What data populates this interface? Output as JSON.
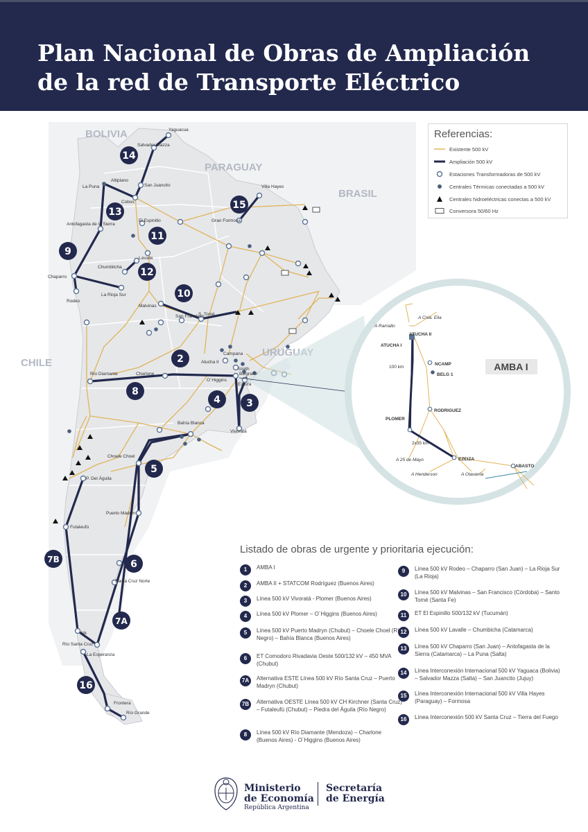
{
  "title_line1": "Plan Nacional de Obras de Ampliación",
  "title_line2": "de la red de Transporte Eléctrico",
  "countries": {
    "bolivia": "BOLIVIA",
    "paraguay": "PARAGUAY",
    "brasil": "BRASIL",
    "chile": "CHILE",
    "uruguay": "URUGUAY"
  },
  "references": {
    "title": "Referencias:",
    "items": [
      {
        "label": "Existente 500 kV",
        "icon": "line-existing",
        "color": "#e0b45a"
      },
      {
        "label": "Ampliación 500 kV",
        "icon": "line-expansion",
        "color": "#23294d"
      },
      {
        "label": "Estaciones Transformadoras de 500 kV",
        "icon": "station-circle"
      },
      {
        "label": "Centrales Térmicas conectadas a 500 kV",
        "icon": "thermal-dot"
      },
      {
        "label": "Centrales hidroeléctricas conectas a 500 kV",
        "icon": "hydro-triangle"
      },
      {
        "label": "Conversora 50/60 Hz",
        "icon": "converter-box"
      }
    ]
  },
  "places": {
    "yaguacua": "Yaguacua",
    "salvador_mazza": "Salvador Mazza",
    "la_puna": "La Puna",
    "altiplano": "Altiplano",
    "san_juancito": "San Juancito",
    "cobos": "Cobos",
    "antofagasta": "Antofagasta de la Sierra",
    "el_espinillo": "El Espinillo",
    "gran_formosa": "Gran Formosa",
    "villa_hayes": "Villa Hayes",
    "lavalle": "Lavalle",
    "chumbitcha": "Chumbitcha",
    "chaparro": "Chaparro",
    "rodeo": "Rodeo",
    "la_rioja_sur": "La Rioja Sur",
    "malvinas": "Malvinas",
    "san_francisco": "San Francisco",
    "s_tome": "S. Tomé",
    "campana": "Campana",
    "atucha": "Atucha II",
    "smith": "Smith",
    "belgrano": "Belgrano",
    "ezeiza": "Ezeiza",
    "ohiggins": "O´Higgins",
    "rio_diamante": "Río Diamante",
    "charlone": "Charlone",
    "bahia_blanca": "Bahía Blanca",
    "vivorata": "Vivoratá",
    "choele_choel": "Choele Choel",
    "p_del_aguila": "P. Del Águila",
    "puerto_madryn": "Puerto Madryn",
    "futaleufu": "Futaleufú",
    "santa_cruz_norte": "Santa Cruz Norte",
    "nk": "Nk",
    "rio_santa_cruz": "Río Santa Cruz",
    "la_esperanza": "La Esperanza",
    "frontera": "Frontera",
    "rio_grande": "Río Grande"
  },
  "amba": {
    "title": "AMBA I",
    "a_cnia_elia": "A Cnia. Elia",
    "a_ramallo": "A Ramallo",
    "atucha_ii": "ATUCHA II",
    "atucha_i": "ATUCHA I",
    "km100": "100 km",
    "ncamp": "NCAMP",
    "belg1": "BELG 1",
    "rodriguez": "RODRIGUEZ",
    "plomer": "PLOMER",
    "km2x35": "2x35 km",
    "a_25_mayo": "A 25 de Mayo",
    "ezeiza": "EZEIZA",
    "abasto": "ABASTO",
    "a_henderson": "A Henderson",
    "a_olavarria": "A Olavarria"
  },
  "list_title": "Listado de obras de urgente y prioritaria ejecución:",
  "works_left": [
    {
      "num": "1",
      "text": "AMBA I"
    },
    {
      "num": "2",
      "text": "AMBA II + STATCOM Rodríguez (Buenos Aires)"
    },
    {
      "num": "3",
      "text": "Línea 500 kV Vivoratá - Plomer (Buenos Aires)"
    },
    {
      "num": "4",
      "text": "Línea 500 kV Plomer – O´Higgins (Buenos Aires)"
    },
    {
      "num": "5",
      "text": "Línea 500 kV Puerto Madryn (Chubut) – Choele Choel (Río Negro) – Bahía Blanca (Buenos Aires)"
    },
    {
      "num": "6",
      "text": "ET Comodoro Rivadavia Oeste 500/132 kV – 450 MVA (Chubut)"
    },
    {
      "num": "7A",
      "text": "Alternativa ESTE Línea 500 kV Río Santa Cruz – Puerto Madryn (Chubut)"
    },
    {
      "num": "7B",
      "text": "Alternativa OESTE Línea 500 kV CH Kirchner (Santa Cruz) – Futaleufú (Chubut) – Piedra del Águila (Río Negro)"
    },
    {
      "num": "8",
      "text": "Línea 500 kV Río Diamante (Mendoza) – Charlone (Buenos Aires) - O´Higgins (Buenos Aires)"
    }
  ],
  "works_right": [
    {
      "num": "9",
      "text": "Línea 500 kV Rodeo – Chaparro (San Juan) – La Rioja Sur (La Rioja)"
    },
    {
      "num": "10",
      "text": "Línea 500 kV Malvinas – San Francisco (Córdoba) – Santo Tomé (Santa Fe)"
    },
    {
      "num": "11",
      "text": "ET El Espinillo 500/132 kV (Tucumán)"
    },
    {
      "num": "12",
      "text": "Línea 500 kV Lavalle – Chumbicha (Catamarca)"
    },
    {
      "num": "13",
      "text": "Línea 500 kV Chaparro (San Juan) – Antofagasta de la Sierra (Catamarca) – La Puna (Salta)"
    },
    {
      "num": "14",
      "text": "Línea Interconexión Internacional 500 kV Yaguaca (Bolivia) – Salvador Mazza (Salta) – San Juancito (Jujuy)"
    },
    {
      "num": "15",
      "text": "Línea Interconexión Internacional 500 kV Villa Hayes (Paraguay) – Formosa"
    },
    {
      "num": "16",
      "text": "Línea Interconexión 500 kV Santa Cruz – Tierra del Fuego"
    }
  ],
  "footer": {
    "ministerio": "Ministerio",
    "economia": "de Economía",
    "republica": "República Argentina",
    "secretaria": "Secretaría",
    "energia": "de Energía"
  },
  "colors": {
    "navy": "#23294d",
    "existing_line": "#e0b45a",
    "map_land": "#ededee",
    "map_border": "#d2d4d8"
  }
}
